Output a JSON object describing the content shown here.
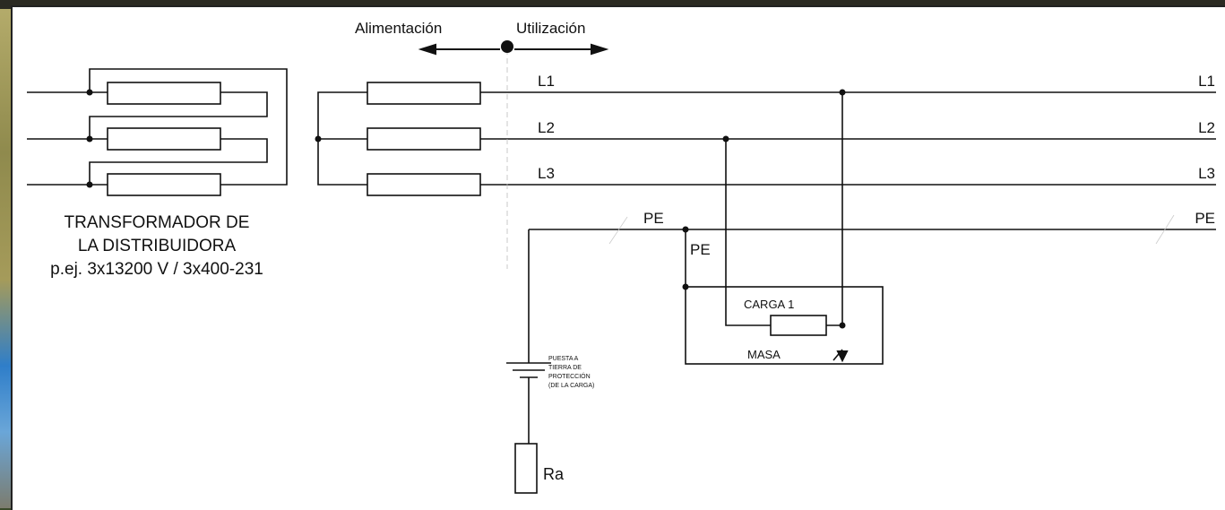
{
  "labels": {
    "alimentacion": "Alimentación",
    "utilizacion": "Utilización",
    "l1": "L1",
    "l2": "L2",
    "l3": "L3",
    "pe": "PE",
    "transformer_line1": "TRANSFORMADOR DE",
    "transformer_line2": "LA DISTRIBUIDORA",
    "transformer_line3": "p.ej. 3x13200 V / 3x400-231",
    "carga": "CARGA 1",
    "masa": "MASA",
    "ground_line1": "PUESTA A",
    "ground_line2": "TIERRA DE",
    "ground_line3": "PROTECCIÓN",
    "ground_line4": "(DE LA CARGA)",
    "ra": "Ra"
  }
}
